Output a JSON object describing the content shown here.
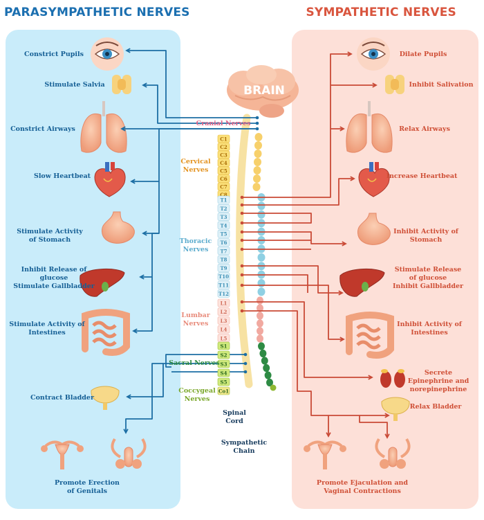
{
  "titles": {
    "parasympathetic": "PARASYMPATHETIC NERVES",
    "sympathetic": "SYMPATHETIC NERVES"
  },
  "brain_label": "BRAIN",
  "parasympathetic_effects": [
    "Constrict Pupils",
    "Stimulate Salvia",
    "Constrict Airways",
    "Slow Heartbeat",
    "Stimulate Activity\nof Stomach",
    "Inhibit Release of\nglucose\nStimulate Gallbladder",
    "Stimulate Activity of\nIntestines",
    "Contract Bladder",
    "Promote Erection\nof Genitals"
  ],
  "sympathetic_effects": [
    "Dilate Pupils",
    "Inhibit Salivation",
    "Relax Airways",
    "Increase Heartbeat",
    "Inhibit Activity of\nStomach",
    "Stimulate Release\nof glucose\nInhibit Gallbladder",
    "Inhibit Activity of\nIntestines",
    "Secrete\nEpinephrine and\nnorepinephrine",
    "Relax Bladder",
    "Promote Ejaculation and\nVaginal Contractions"
  ],
  "nerve_groups": {
    "cranial": "Cranial Nerves",
    "cervical": "Cervical\nNerves",
    "thoracic": "Thoracic\nNerves",
    "lumbar": "Lumbar\nNerves",
    "sacral": "Sacral Nerves",
    "coccygeal": "Coccygeal\nNerves"
  },
  "vertebrae": {
    "cervical": [
      "C1",
      "C2",
      "C3",
      "C4",
      "C5",
      "C6",
      "C7",
      "C8"
    ],
    "thoracic": [
      "T1",
      "T2",
      "T3",
      "T4",
      "T5",
      "T6",
      "T7",
      "T8",
      "T9",
      "T10",
      "T11",
      "T12"
    ],
    "lumbar": [
      "L1",
      "L2",
      "L3",
      "L4",
      "L5"
    ],
    "sacral": [
      "S1",
      "S2",
      "S3",
      "S4",
      "S5",
      "Co1"
    ]
  },
  "structure_labels": {
    "spinal_cord": "Spinal\nCord",
    "sympathetic_chain": "Sympathetic\nChain"
  },
  "colors": {
    "para_panel": "#c9ecfa",
    "symp_panel": "#fde0d8",
    "para_line": "#1c6ea4",
    "symp_line": "#c94a36",
    "cervical": "#e3921f",
    "thoracic": "#5aabcd",
    "lumbar": "#e88b7b",
    "sacral": "#2c8a3e",
    "coccygeal": "#8fb832",
    "cranial": "#e0638a"
  }
}
